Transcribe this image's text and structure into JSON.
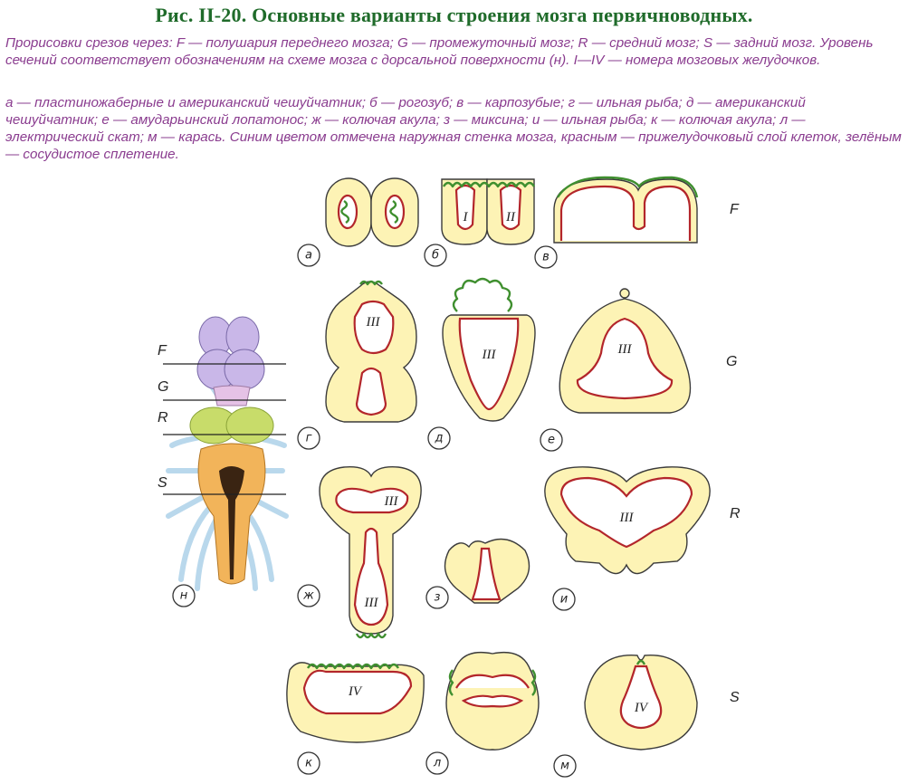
{
  "title": "Рис. II-20. Основные варианты строения мозга первичноводных.",
  "caption_line1": "Прорисовки срезов через: F — полушария переднего мозга; G — промежуточный мозг; R — средний мозг; S — задний мозг. Уровень сечений соответствует обозначениям на схеме мозга с дорсальной поверхности (н). I—IV — номера мозговых желудочков.",
  "caption_line2": "а — пластиножаберные и американский чешуйчатник; б — рогозуб; в — карпозубые; г — ильная рыба; д — американский чешуйчатник; е — амударьинский лопатонос; ж — колючая акула; з — миксина; и — ильная рыба; к — колючая акула; л — электрический скат; м — карась. Синим цветом отмечена наружная стенка мозга, красным — прижелудочковый слой клеток, зелёным — сосудистое сплетение.",
  "rows": {
    "F": "F",
    "G": "G",
    "R": "R",
    "S": "S"
  },
  "scheme_levels": {
    "F": "F",
    "G": "G",
    "R": "R",
    "S": "S"
  },
  "panel_labels": {
    "a": "а",
    "b": "б",
    "v": "в",
    "g": "г",
    "d": "д",
    "e": "е",
    "zh": "ж",
    "z": "з",
    "i": "и",
    "k": "к",
    "l": "л",
    "m": "м",
    "n": "н"
  },
  "ventricles": {
    "I": "I",
    "II": "II",
    "III": "III",
    "IV": "IV"
  },
  "colors": {
    "title": "#1f6b2a",
    "caption": "#8a3c8f",
    "tissue": "#fdf3b5",
    "periventricular": "#b3262b",
    "plexus": "#3f8f2f",
    "forebrain": "#c9b7e8",
    "diencephalon": "#e5c2e6",
    "midbrain": "#c8dc6a",
    "hindbrain": "#f2b45a",
    "nerves": "#b9d8ec"
  }
}
